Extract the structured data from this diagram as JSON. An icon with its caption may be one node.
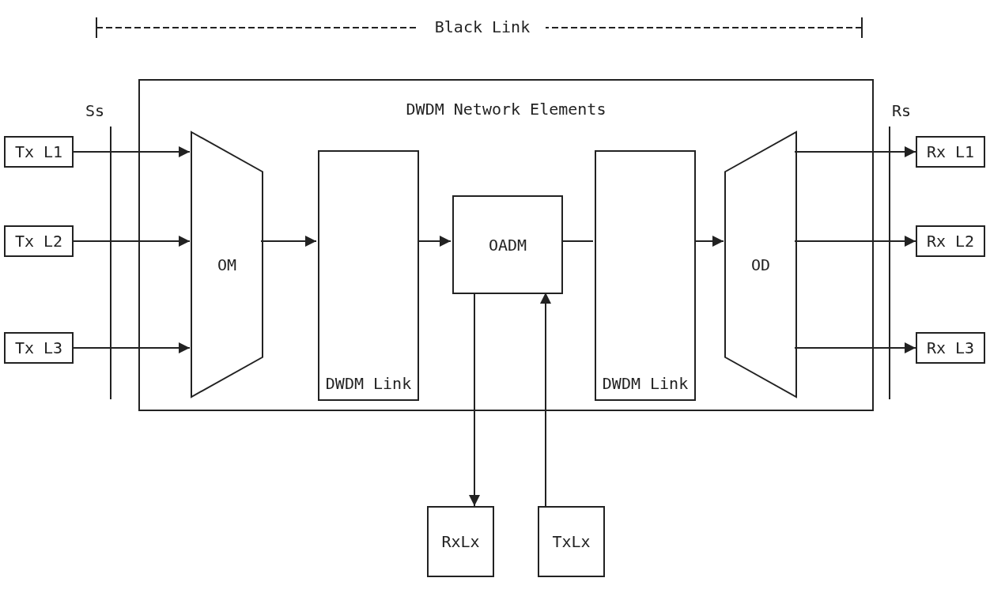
{
  "diagram": {
    "nodes": [
      {
        "text": [
          "DWDM Network Elements"
        ]
      },
      {
        "text": [
          "Tx L1"
        ]
      },
      {
        "text": [
          "Tx L2"
        ]
      },
      {
        "text": [
          "Tx L3"
        ]
      },
      {
        "text": [
          "OM"
        ],
        "in": 0
      },
      {
        "text": [
          "DWDM Link"
        ],
        "in": 0
      },
      {
        "text": [
          "OADM"
        ],
        "in": 0
      },
      {
        "text": [
          "DWDM Link"
        ],
        "in": 0
      },
      {
        "text": [
          "OD"
        ],
        "in": 0
      },
      {
        "text": [
          "Rx L1"
        ]
      },
      {
        "text": [
          "Rx L2"
        ]
      },
      {
        "text": [
          "Rx L3"
        ]
      },
      {
        "text": [
          "RxLx"
        ]
      },
      {
        "text": [
          "TxLx"
        ]
      }
    ],
    "edges": [
      {
        "from": 1,
        "to": 4,
        "arrow": "to"
      },
      {
        "from": 2,
        "to": 4,
        "arrow": "to"
      },
      {
        "from": 3,
        "to": 4,
        "arrow": "to"
      },
      {
        "from": 4,
        "to": 5,
        "arrow": "to"
      },
      {
        "from": 5,
        "to": 6,
        "arrow": "to"
      },
      {
        "from": 6,
        "to": 7,
        "arrow": "none"
      },
      {
        "from": 7,
        "to": 8,
        "arrow": "to"
      },
      {
        "from": 8,
        "to": 9,
        "arrow": "to"
      },
      {
        "from": 8,
        "to": 10,
        "arrow": "to"
      },
      {
        "from": 8,
        "to": 11,
        "arrow": "to"
      },
      {
        "from": 6,
        "to": 12,
        "arrow": "to"
      },
      {
        "from": 13,
        "to": 6,
        "arrow": "to"
      }
    ],
    "labels": [
      "Black Link",
      "Ss",
      "Rs"
    ]
  }
}
